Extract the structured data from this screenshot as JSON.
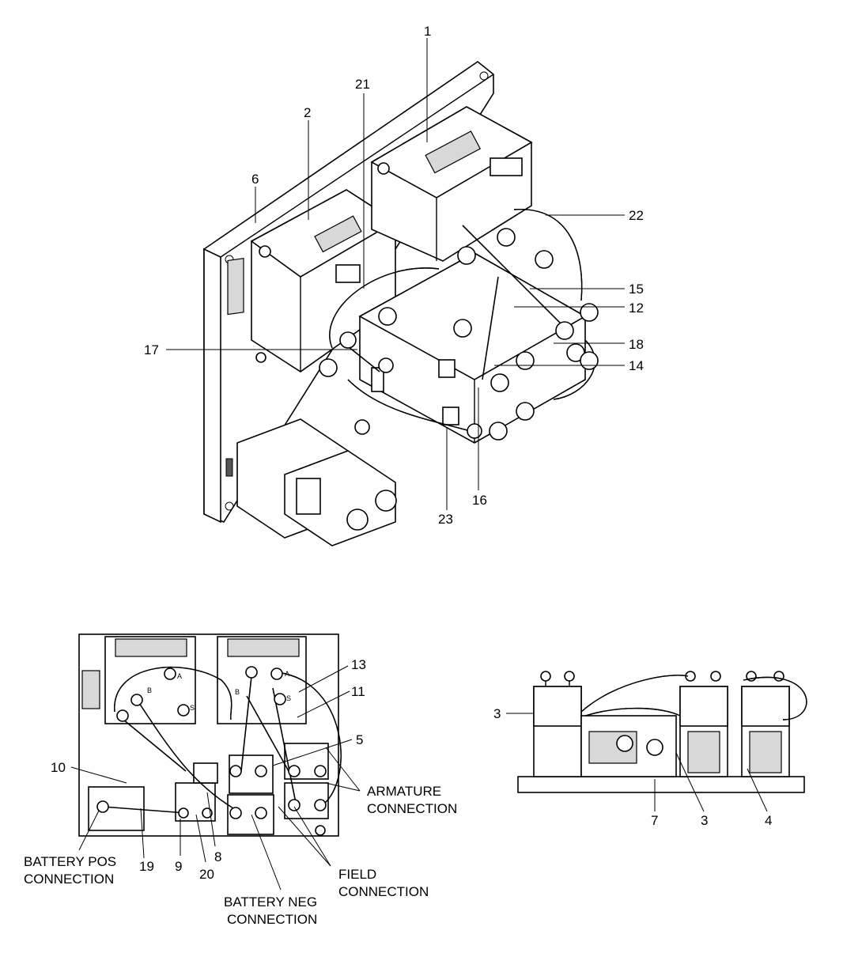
{
  "view_top": {
    "callouts": [
      "1",
      "2",
      "6",
      "21",
      "22",
      "15",
      "12",
      "18",
      "14",
      "17",
      "16",
      "23"
    ]
  },
  "view_bottom_left": {
    "callouts": [
      "13",
      "11",
      "5",
      "10",
      "19",
      "9",
      "20",
      "8"
    ],
    "labels": {
      "armature_1": "ARMATURE",
      "armature_2": "CONNECTION",
      "battery_pos_1": "BATTERY POS",
      "battery_pos_2": "CONNECTION",
      "field_1": "FIELD",
      "field_2": "CONNECTION",
      "battery_neg_1": "BATTERY NEG",
      "battery_neg_2": "CONNECTION"
    },
    "terminal_marks": [
      "A",
      "B",
      "S",
      "A",
      "B",
      "S"
    ]
  },
  "view_bottom_right": {
    "callouts": [
      "3",
      "7",
      "3",
      "4"
    ]
  }
}
